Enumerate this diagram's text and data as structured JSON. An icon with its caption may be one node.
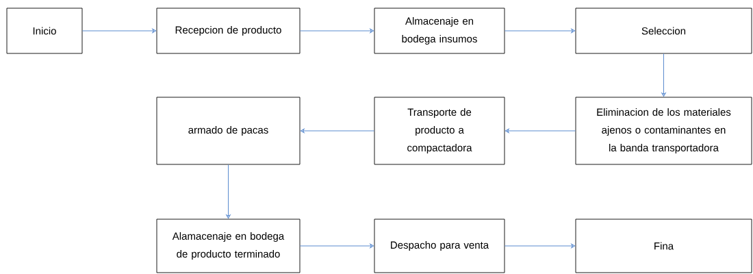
{
  "diagram": {
    "nodes": [
      {
        "text": [
          "Inicio"
        ]
      },
      {
        "text": [
          "Recepcion de producto"
        ]
      },
      {
        "text": [
          "Almacenaje en bodega insumos"
        ]
      },
      {
        "text": [
          "Seleccion"
        ]
      },
      {
        "text": [
          "Eliminacion de los materiales ajenos o contaminantes en la banda transportadora"
        ]
      },
      {
        "text": [
          "Transporte de producto a compactadora"
        ]
      },
      {
        "text": [
          "armado de pacas"
        ]
      },
      {
        "text": [
          "Alamacenaje en bodega de producto terminado"
        ]
      },
      {
        "text": [
          "Despacho para venta"
        ]
      },
      {
        "text": [
          "Fina"
        ]
      }
    ],
    "edges": [
      {
        "from": 0,
        "to": 1,
        "arrow": "to"
      },
      {
        "from": 1,
        "to": 2,
        "arrow": "to"
      },
      {
        "from": 2,
        "to": 3,
        "arrow": "to"
      },
      {
        "from": 3,
        "to": 4,
        "arrow": "to"
      },
      {
        "from": 4,
        "to": 5,
        "arrow": "to"
      },
      {
        "from": 5,
        "to": 6,
        "arrow": "to"
      },
      {
        "from": 6,
        "to": 7,
        "arrow": "to"
      },
      {
        "from": 7,
        "to": 8,
        "arrow": "to"
      },
      {
        "from": 8,
        "to": 9,
        "arrow": "to"
      }
    ]
  }
}
